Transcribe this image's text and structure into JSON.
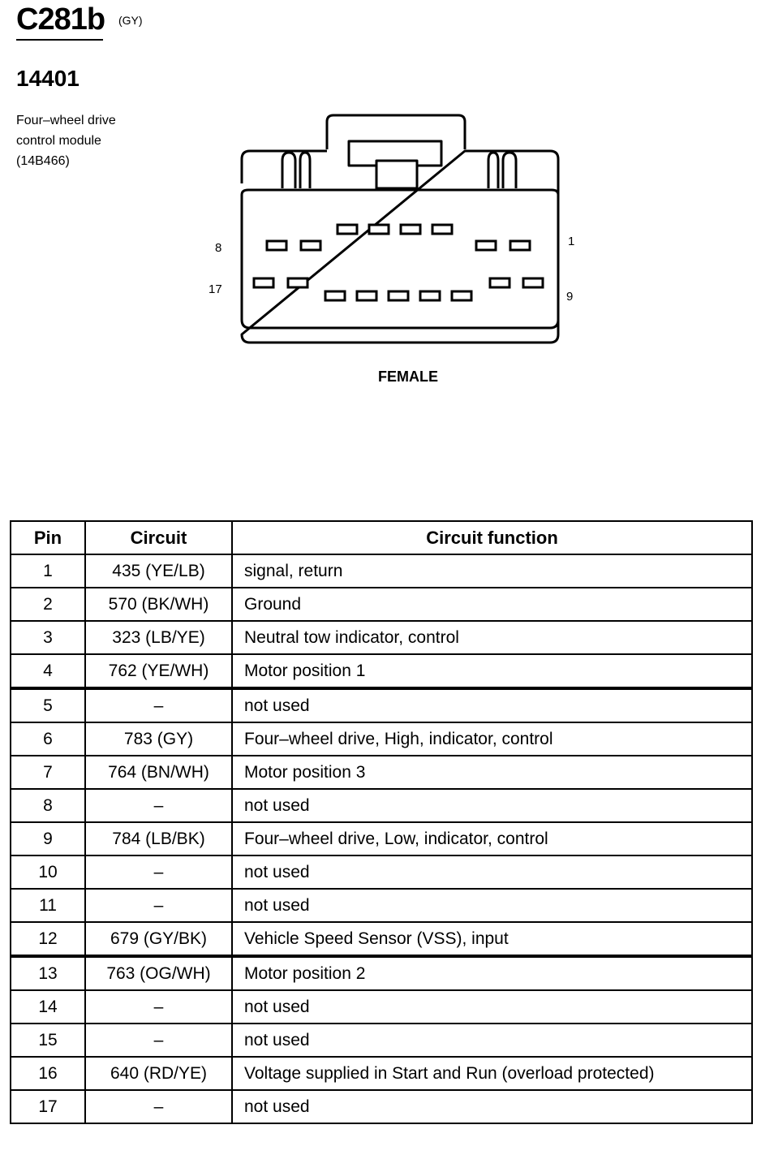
{
  "connector": {
    "id": "C281b",
    "color_code": "(GY)",
    "part_number": "14401",
    "description_lines": [
      "Four–wheel drive",
      "control module",
      "(14B466)"
    ]
  },
  "diagram": {
    "pin_labels": {
      "top_left": "8",
      "top_right": "1",
      "bottom_left": "17",
      "bottom_right": "9"
    },
    "gender": "FEMALE"
  },
  "table": {
    "headers": [
      "Pin",
      "Circuit",
      "Circuit function"
    ],
    "rows": [
      {
        "pin": "1",
        "circuit": "435 (YE/LB)",
        "function": "signal, return"
      },
      {
        "pin": "2",
        "circuit": "570 (BK/WH)",
        "function": "Ground"
      },
      {
        "pin": "3",
        "circuit": "323 (LB/YE)",
        "function": "Neutral tow indicator, control"
      },
      {
        "pin": "4",
        "circuit": "762 (YE/WH)",
        "function": "Motor position 1"
      },
      {
        "pin": "5",
        "circuit": "–",
        "function": "not used"
      },
      {
        "pin": "6",
        "circuit": "783 (GY)",
        "function": "Four–wheel drive, High, indicator, control"
      },
      {
        "pin": "7",
        "circuit": "764 (BN/WH)",
        "function": "Motor position 3"
      },
      {
        "pin": "8",
        "circuit": "–",
        "function": "not used"
      },
      {
        "pin": "9",
        "circuit": "784 (LB/BK)",
        "function": "Four–wheel drive, Low, indicator, control"
      },
      {
        "pin": "10",
        "circuit": "–",
        "function": "not used"
      },
      {
        "pin": "11",
        "circuit": "–",
        "function": "not used"
      },
      {
        "pin": "12",
        "circuit": "679 (GY/BK)",
        "function": "Vehicle Speed Sensor (VSS), input"
      },
      {
        "pin": "13",
        "circuit": "763 (OG/WH)",
        "function": "Motor position 2"
      },
      {
        "pin": "14",
        "circuit": "–",
        "function": "not used"
      },
      {
        "pin": "15",
        "circuit": "–",
        "function": "not used"
      },
      {
        "pin": "16",
        "circuit": "640 (RD/YE)",
        "function": "Voltage supplied in Start and Run (overload protected)"
      },
      {
        "pin": "17",
        "circuit": "–",
        "function": "not used"
      }
    ]
  }
}
